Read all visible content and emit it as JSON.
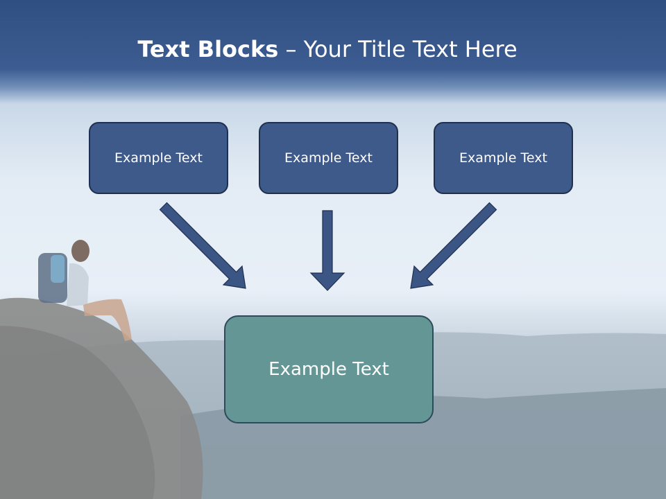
{
  "title": {
    "bold": "Text Blocks",
    "separator": " – ",
    "rest": "Your Title Text Here"
  },
  "boxes": [
    "Example Text",
    "Example Text",
    "Example Text"
  ],
  "target": "Example Text",
  "colors": {
    "header": "#365588",
    "box_fill": "#3e5a8a",
    "box_border": "#1e2f4f",
    "target_fill": "#649695",
    "arrow": "#3b5585"
  }
}
